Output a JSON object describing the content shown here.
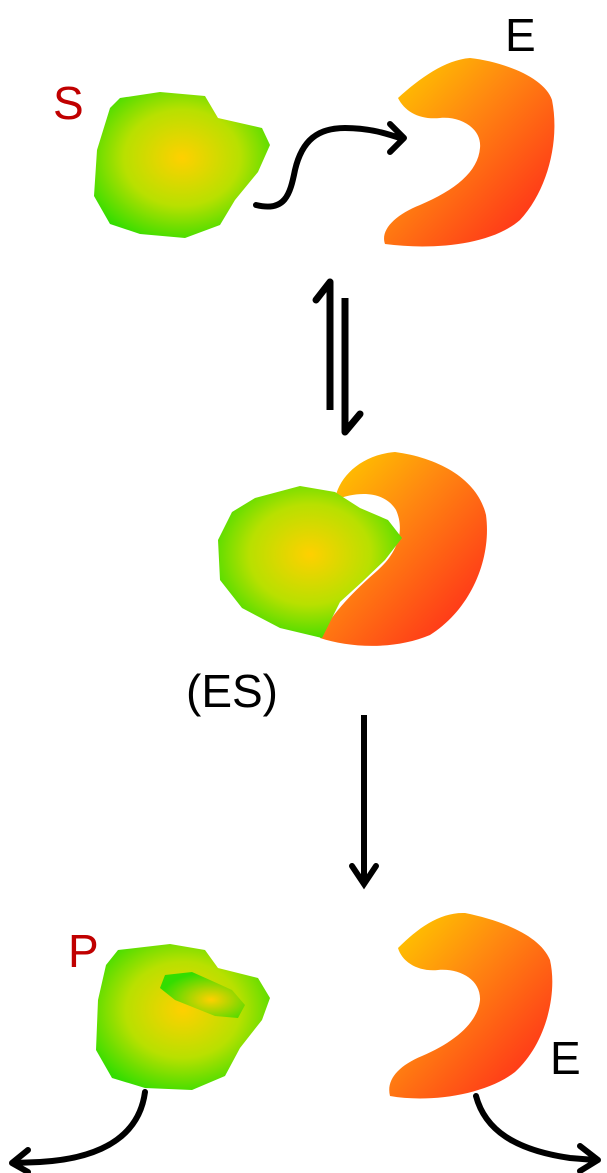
{
  "labels": {
    "substrate": "S",
    "enzyme_top": "E",
    "complex": "(ES)",
    "product": "P",
    "enzyme_bottom": "E"
  },
  "colors": {
    "label_red": "#c00000",
    "label_black": "#000000",
    "green": "#33dd00",
    "yellow": "#ffd000",
    "orange": "#ff7a10",
    "red": "#ff2a1a",
    "arrow": "#000000"
  }
}
